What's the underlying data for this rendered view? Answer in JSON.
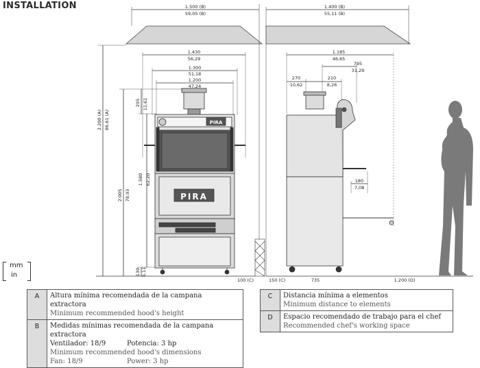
{
  "title": "INSTALLATION",
  "units": {
    "top": "mm",
    "bottom": "in"
  },
  "front_dims": {
    "hood_width_mm": "1.500 (B)",
    "hood_width_in": "59,05 (B)",
    "w1_mm": "1.430",
    "w1_in": "56,29",
    "w2_mm": "1.300",
    "w2_in": "51,18",
    "w3_mm": "1.200",
    "w3_in": "47,24",
    "h_chimney_mm": "295",
    "h_chimney_in": "11,61",
    "h_total_mm": "2.200 (A)",
    "h_total_in": "86,61 (A)",
    "h_oven_mm": "2.005",
    "h_oven_in": "78,93",
    "h_body_mm": "1.580",
    "h_body_in": "62,20",
    "h_feet_mm": "130",
    "h_feet_in": "5,11"
  },
  "side_dims": {
    "hood_depth_mm": "1.400 (B)",
    "hood_depth_in": "55,11 (B)",
    "d1_mm": "1.185",
    "d1_in": "46,65",
    "d2_mm": "795",
    "d2_in": "31,29",
    "d3_mm": "270",
    "d3_in": "10,62",
    "d4_mm": "210",
    "d4_in": "8,26",
    "d5_mm": "180",
    "d5_in": "7,08"
  },
  "floor_dims": {
    "gap1": "100 (C)",
    "gap2": "150 (C)",
    "depth": "735",
    "work": "1.200 (D)"
  },
  "brand": "PIRA",
  "legend": [
    {
      "key": "A",
      "es": "Altura mínima recomendada de la campana extractora",
      "en": "Minimum recommended hood's height"
    },
    {
      "key": "B",
      "es": "Medidas mínimas recomendada de la campana extractora",
      "es2a": "Ventilador: 18/9",
      "es2b": "Potencia: 3 hp",
      "en": "Minimum recommended hood's dimensions",
      "en2a": "Fan: 18/9",
      "en2b": "Power: 3 hp"
    },
    {
      "key": "C",
      "es": "Distancia mínima a elementos",
      "en": "Minimum distance to elements"
    },
    {
      "key": "D",
      "es": "Espacio recomendado de trabajo para el chef",
      "en": "Recommended chef's working space"
    }
  ],
  "colors": {
    "line": "#333333",
    "fill_dark": "#555555",
    "fill_light": "#d9d9d9",
    "person": "#7a7a7a",
    "legend_key": "#dddddd"
  }
}
